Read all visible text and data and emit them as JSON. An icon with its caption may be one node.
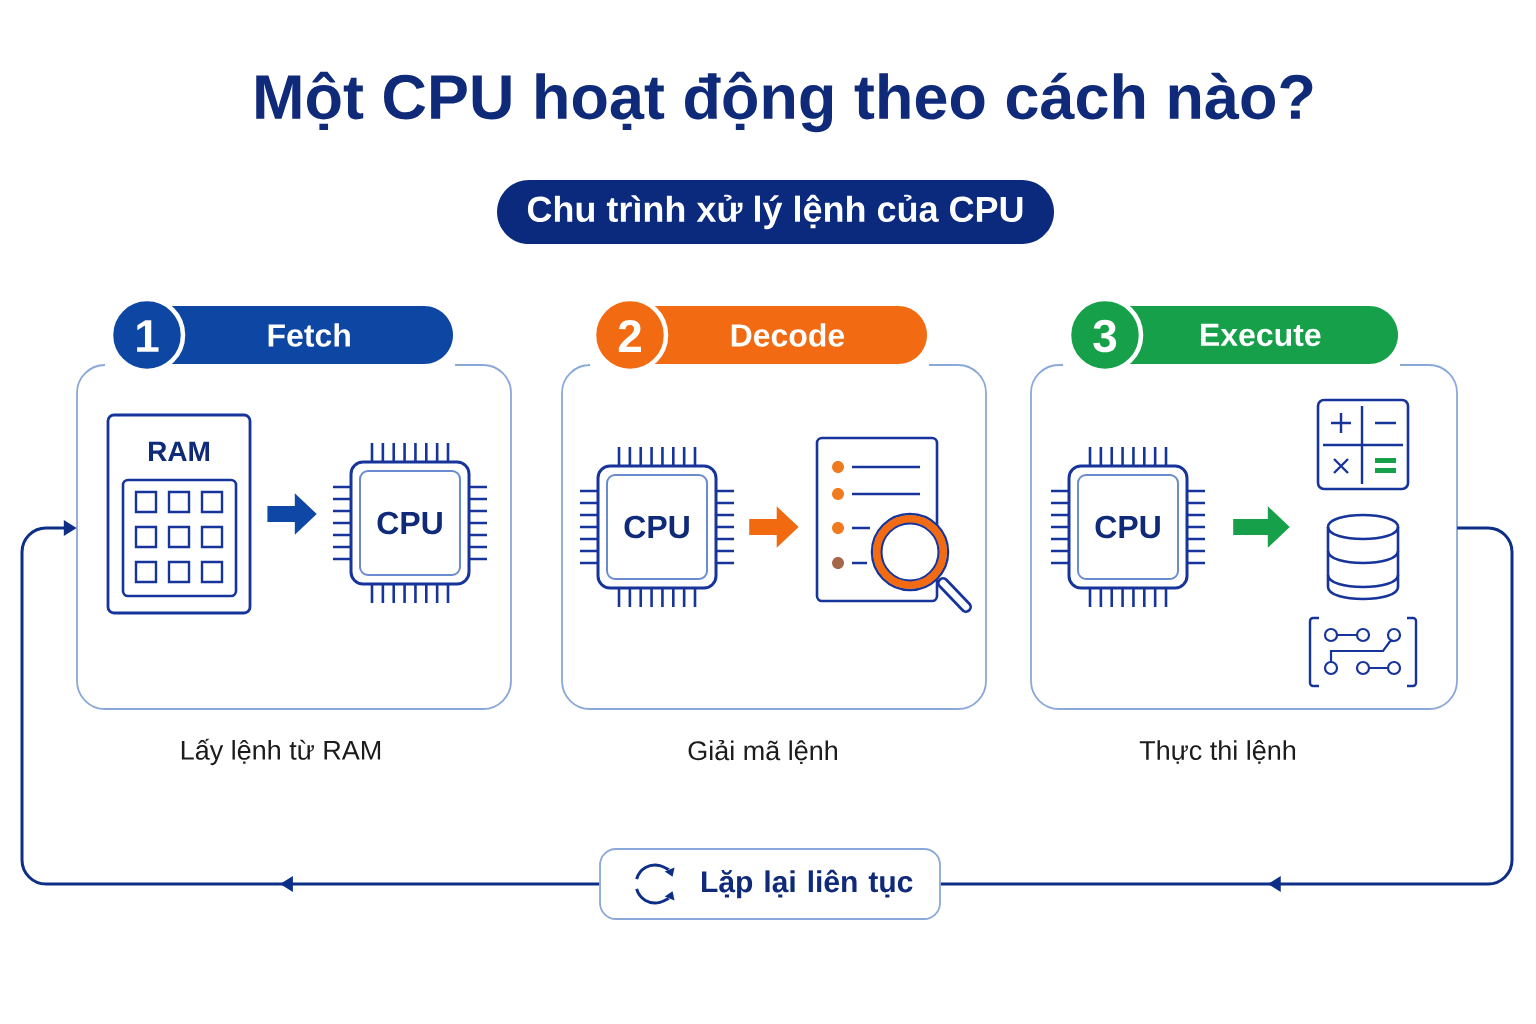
{
  "diagram": {
    "title": "Một CPU hoạt động theo cách nào?",
    "nodes": [
      {
        "text": [
          "Chu trình xử lý lệnh của CPU"
        ]
      },
      {
        "text": [
          "1",
          "Fetch"
        ],
        "beside": [
          "Lấy lệnh từ RAM"
        ]
      },
      {
        "text": [
          "RAM"
        ],
        "in": 1
      },
      {
        "text": [
          "CPU"
        ],
        "in": 1
      },
      {
        "text": [
          "2",
          "Decode"
        ],
        "beside": [
          "Giải mã lệnh"
        ]
      },
      {
        "text": [
          "CPU"
        ],
        "in": 4
      },
      {
        "text": [],
        "shape": "picture",
        "in": 4
      },
      {
        "text": [
          "3",
          "Execute"
        ],
        "beside": [
          "Thực thi lệnh"
        ]
      },
      {
        "text": [
          "CPU"
        ],
        "in": 7
      },
      {
        "text": [],
        "shape": "picture",
        "in": 7
      },
      {
        "text": [
          "Lặp lại liên tục"
        ]
      }
    ],
    "edges": [
      {
        "from": 2,
        "to": 3,
        "arrow": "to",
        "color": "#0f47a6"
      },
      {
        "from": 5,
        "to": 6,
        "arrow": "to",
        "color": "#f26a10"
      },
      {
        "from": 8,
        "to": 9,
        "arrow": "to",
        "color": "#15a049"
      },
      {
        "from": 7,
        "to": 10,
        "arrow": "to"
      },
      {
        "from": 10,
        "to": 1,
        "arrow": "to"
      }
    ]
  }
}
